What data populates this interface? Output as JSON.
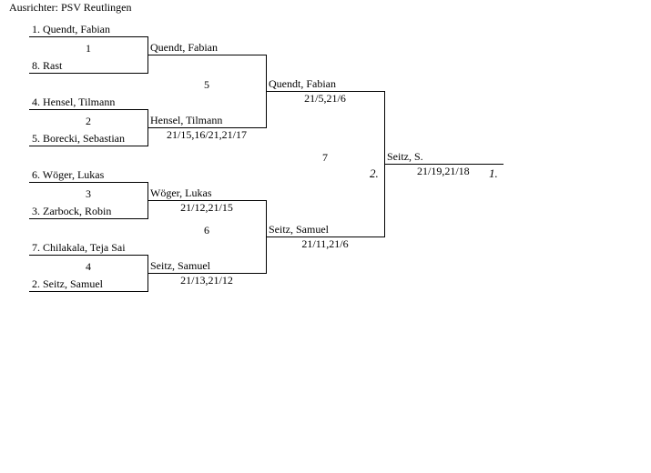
{
  "organizer": "Ausrichter: PSV Reutlingen",
  "round1": [
    {
      "match": "1",
      "top": "1. Quendt, Fabian",
      "bottom": "8. Rast"
    },
    {
      "match": "2",
      "top": "4. Hensel, Tilmann",
      "bottom": "5. Borecki, Sebastian"
    },
    {
      "match": "3",
      "top": "6. Wöger, Lukas",
      "bottom": "3. Zarbock, Robin"
    },
    {
      "match": "4",
      "top": "7. Chilakala, Teja Sai",
      "bottom": "2. Seitz, Samuel"
    }
  ],
  "round2": [
    {
      "winner": "Quendt, Fabian",
      "score": ""
    },
    {
      "winner": "Hensel, Tilmann",
      "score": "21/15,16/21,21/17"
    },
    {
      "winner": "Wöger, Lukas",
      "score": "21/12,21/15"
    },
    {
      "winner": "Seitz, Samuel",
      "score": "21/13,21/12"
    }
  ],
  "round2_matches": [
    "5",
    "6"
  ],
  "round3": [
    {
      "winner": "Quendt, Fabian",
      "score": "21/5,21/6"
    },
    {
      "winner": "Seitz, Samuel",
      "score": "21/11,21/6"
    }
  ],
  "final_match": "7",
  "final": {
    "winner": "Seitz, S.",
    "score": "21/19,21/18",
    "second_place": "2.",
    "first_place": "1."
  }
}
